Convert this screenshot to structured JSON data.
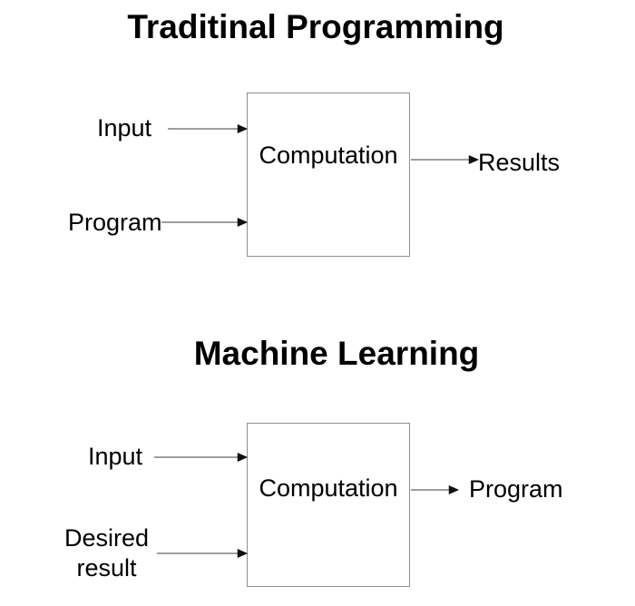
{
  "colors": {
    "background": "#ffffff",
    "text": "#000000",
    "line": "#7e7e7e",
    "arrowhead": "#111111",
    "box_border": "#909090"
  },
  "diagrams": [
    {
      "title": "Traditinal Programming",
      "box_label": "Computation",
      "inputs": [
        "Input",
        "Program"
      ],
      "output": "Results"
    },
    {
      "title": "Machine Learning",
      "box_label": "Computation",
      "inputs": [
        "Input",
        "Desired result"
      ],
      "output": "Program"
    }
  ]
}
